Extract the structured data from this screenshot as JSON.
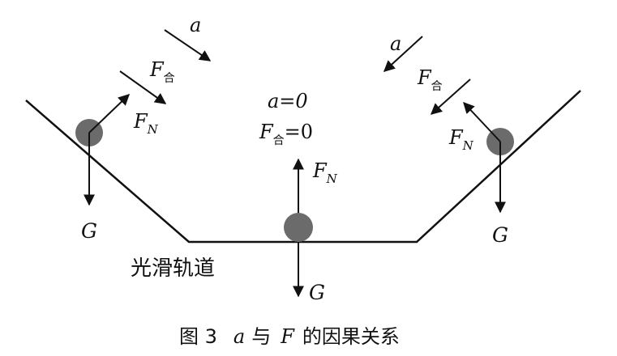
{
  "track_label": "光滑轨道",
  "caption": {
    "prefix": "图 3",
    "a": "a",
    "mid": "与",
    "F": "F",
    "suffix": "的因果关系"
  },
  "labels": {
    "a": "a",
    "F": "F",
    "G": "G",
    "sub_he": "合",
    "sub_N": "N",
    "a_zero": "a=0",
    "eq_zero": "=0"
  },
  "colors": {
    "line": "#111111",
    "ball": "#6b6b6b"
  }
}
